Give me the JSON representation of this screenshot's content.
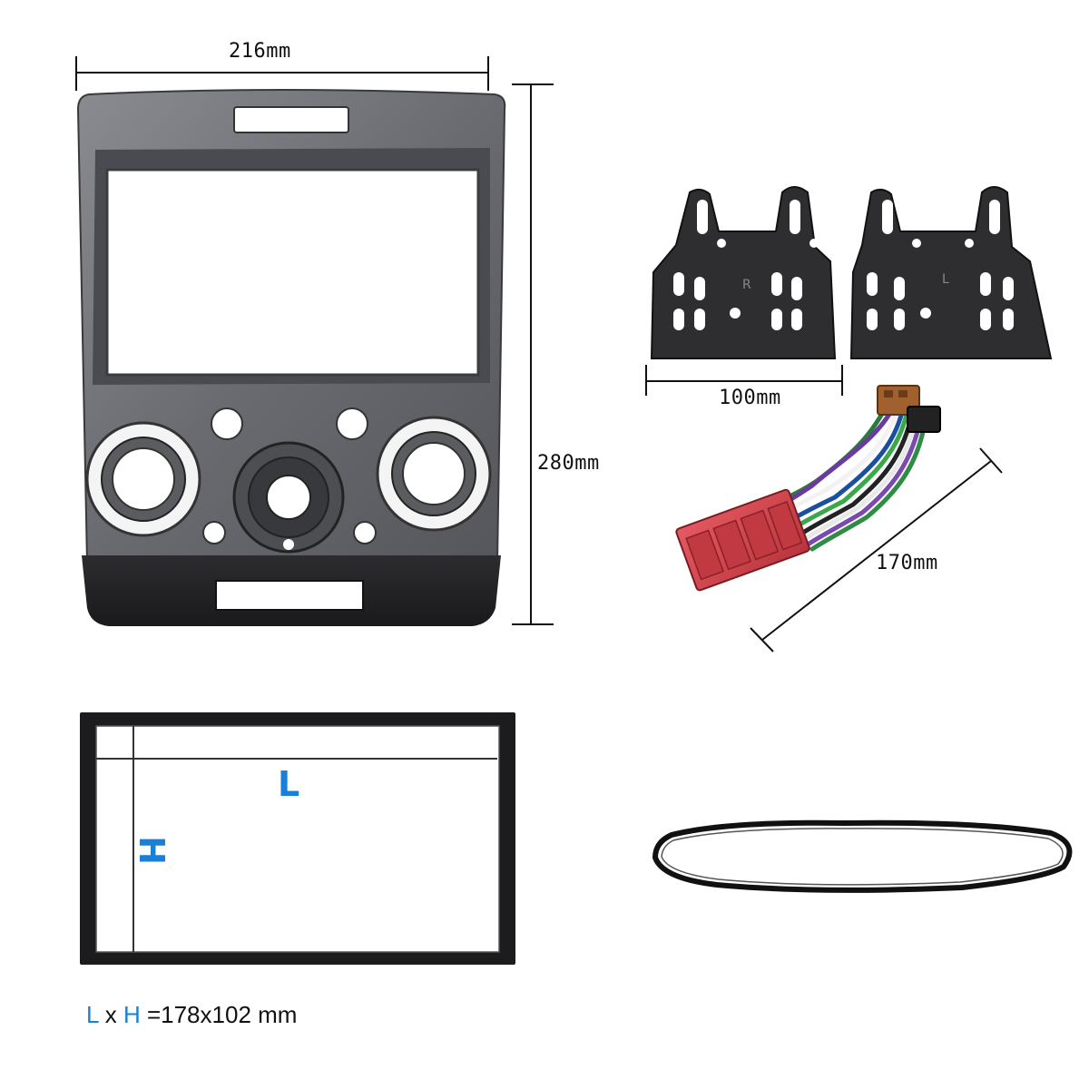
{
  "dimensions": {
    "panel_width": "216mm",
    "panel_height": "280mm",
    "bracket_width": "100mm",
    "harness_length": "170mm"
  },
  "frame_labels": {
    "length_letter": "L",
    "height_letter": "H"
  },
  "caption": {
    "l": "L",
    "x": " x ",
    "h": "H",
    "value": " =178x102 mm"
  },
  "bracket_marks": {
    "right": "R",
    "left": "L"
  },
  "colors": {
    "accent_blue": "#1a7fd6",
    "panel_gray": "#6b6c70",
    "connector_red": "#d8414a",
    "connector_brown": "#a0612e"
  }
}
